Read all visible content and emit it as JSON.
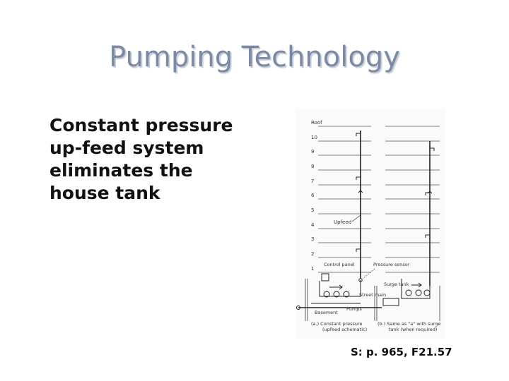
{
  "slide": {
    "title": "Pumping Technology",
    "body_lines": [
      "Constant pressure",
      "up-feed system",
      "eliminates the",
      "house tank"
    ],
    "source": "S: p. 965, F21.57"
  },
  "diagram": {
    "floor_labels": [
      "Roof",
      "10",
      "9",
      "8",
      "7",
      "6",
      "5",
      "4",
      "3",
      "2",
      "1"
    ],
    "labels": {
      "upfeed": "Upfeed",
      "control_panel": "Control panel",
      "pressure_sensor": "Pressure sensor",
      "surge_tank": "Surge tank",
      "street_main": "Street main",
      "basement": "Basement",
      "pumps": "Pumps"
    },
    "captions": {
      "a_line1": "(a.) Constant pressure",
      "a_line2": "(upfeed schematic)",
      "b_line1": "(b.) Same as \"a\" with surge",
      "b_line2": "tank (when required)"
    }
  }
}
